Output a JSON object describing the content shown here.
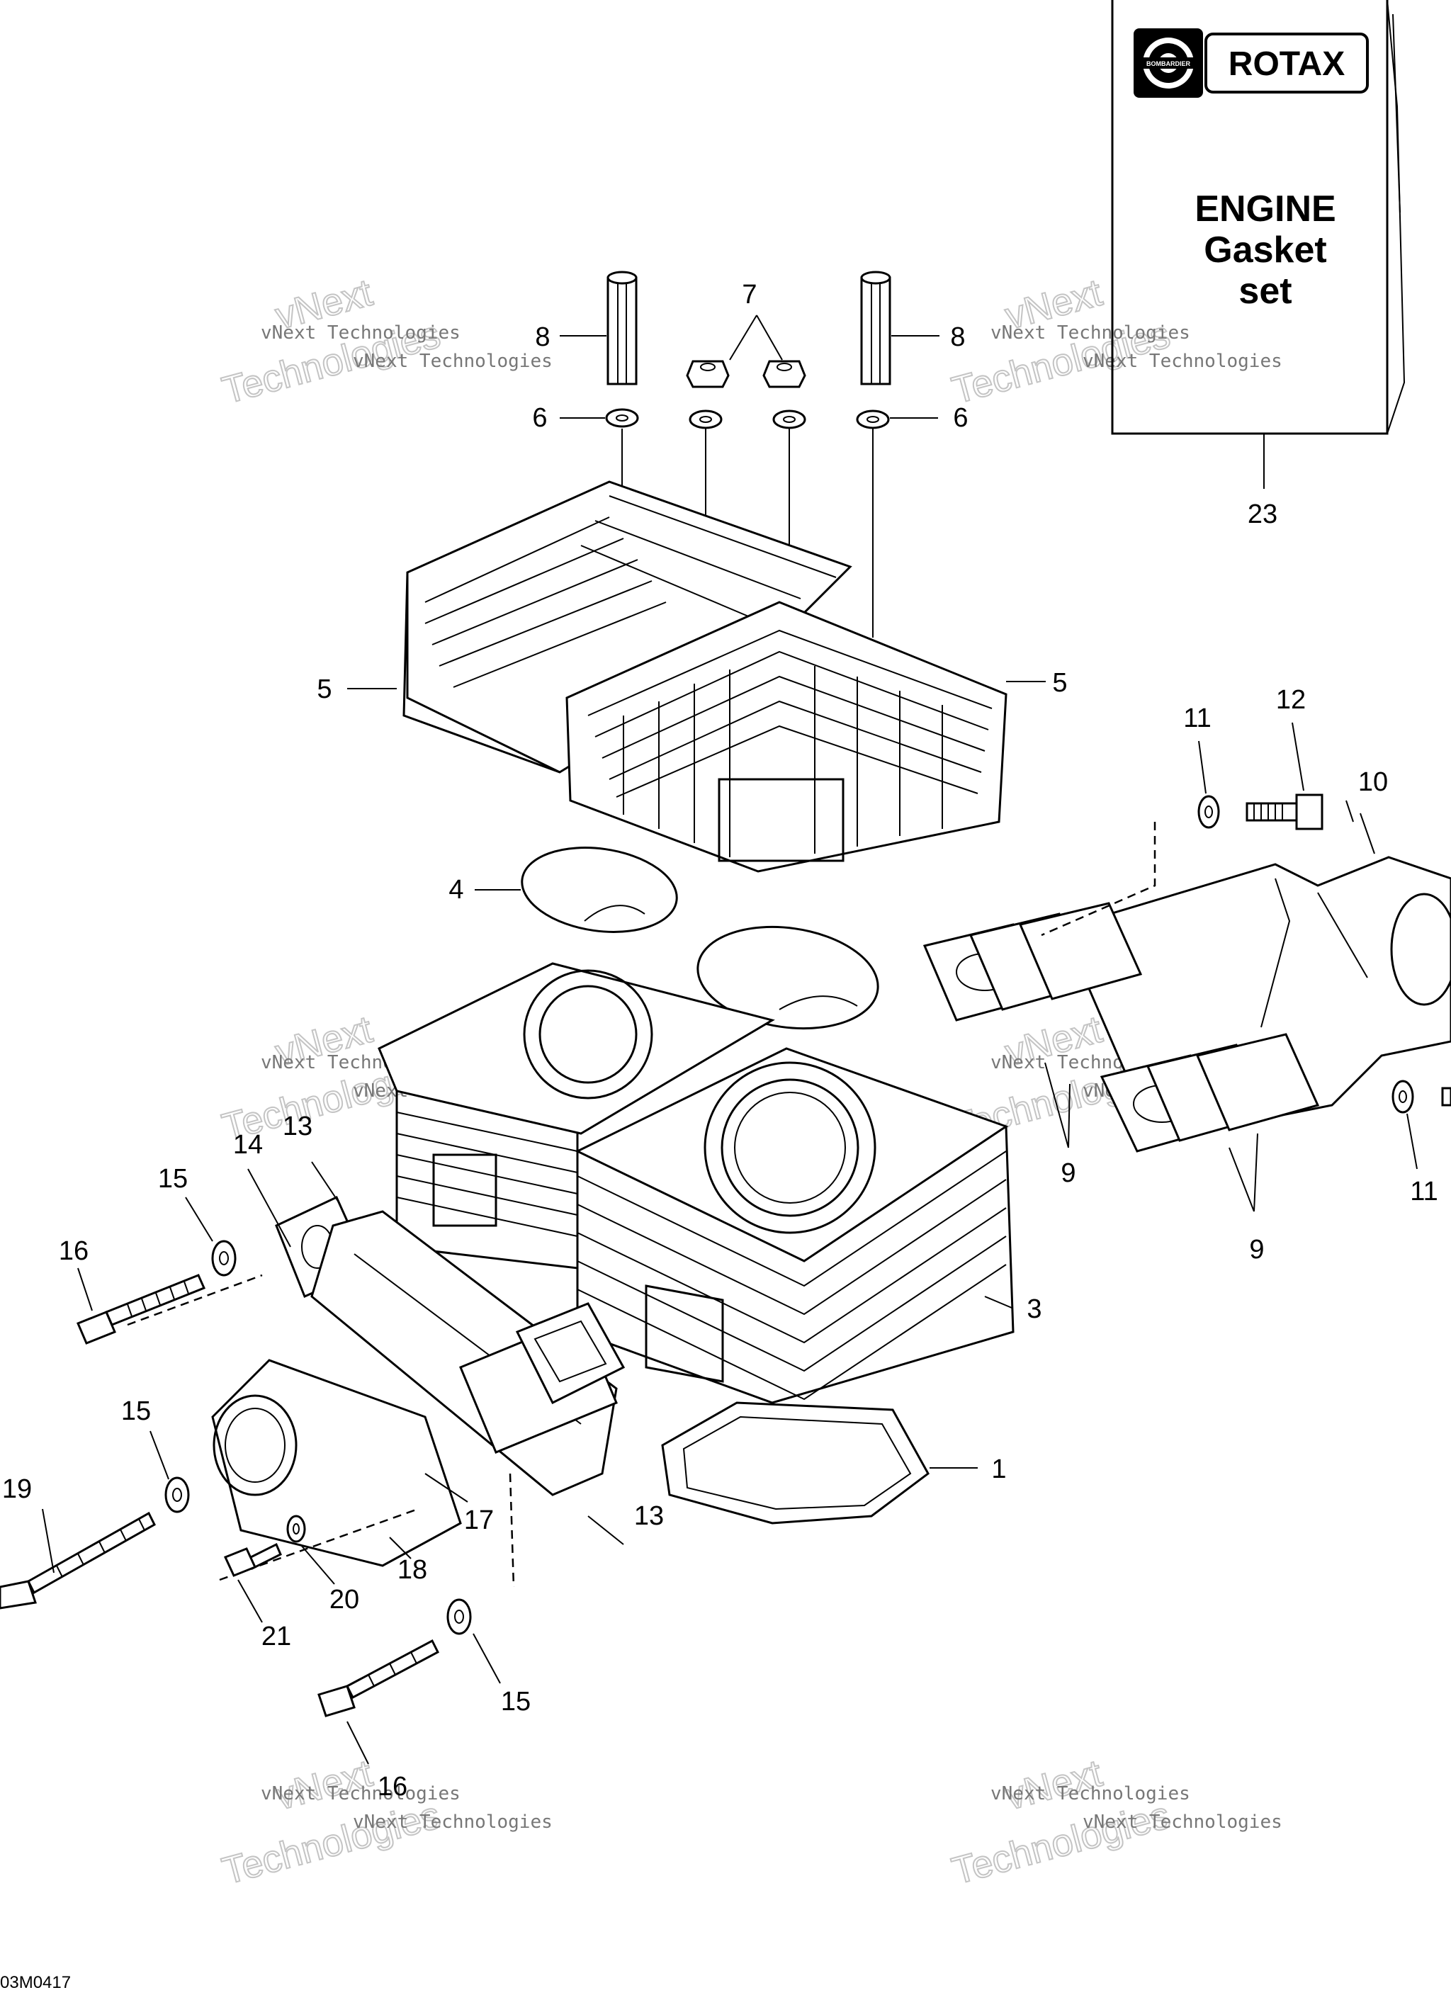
{
  "kit_box": {
    "brand": "ROTAX",
    "logo_text": "BOMBARDIER",
    "title_lines": [
      "ENGINE",
      "Gasket",
      "set"
    ]
  },
  "watermark": {
    "line1": "vNext Technologies",
    "big1": "vNext",
    "big2": "Technologies"
  },
  "diagram_code": "03M0417",
  "callouts": {
    "c1": "1",
    "c3": "3",
    "c4": "4",
    "c5a": "5",
    "c5b": "5",
    "c6a": "6",
    "c6b": "6",
    "c7": "7",
    "c8a": "8",
    "c8b": "8",
    "c9a": "9",
    "c9b": "9",
    "c10": "10",
    "c11a": "11",
    "c11b": "11",
    "c12": "12",
    "c13a": "13",
    "c13b": "13",
    "c14": "14",
    "c15a": "15",
    "c15b": "15",
    "c15c": "15",
    "c16a": "16",
    "c16b": "16",
    "c17": "17",
    "c18": "18",
    "c19": "19",
    "c20": "20",
    "c21": "21",
    "c23": "23"
  }
}
